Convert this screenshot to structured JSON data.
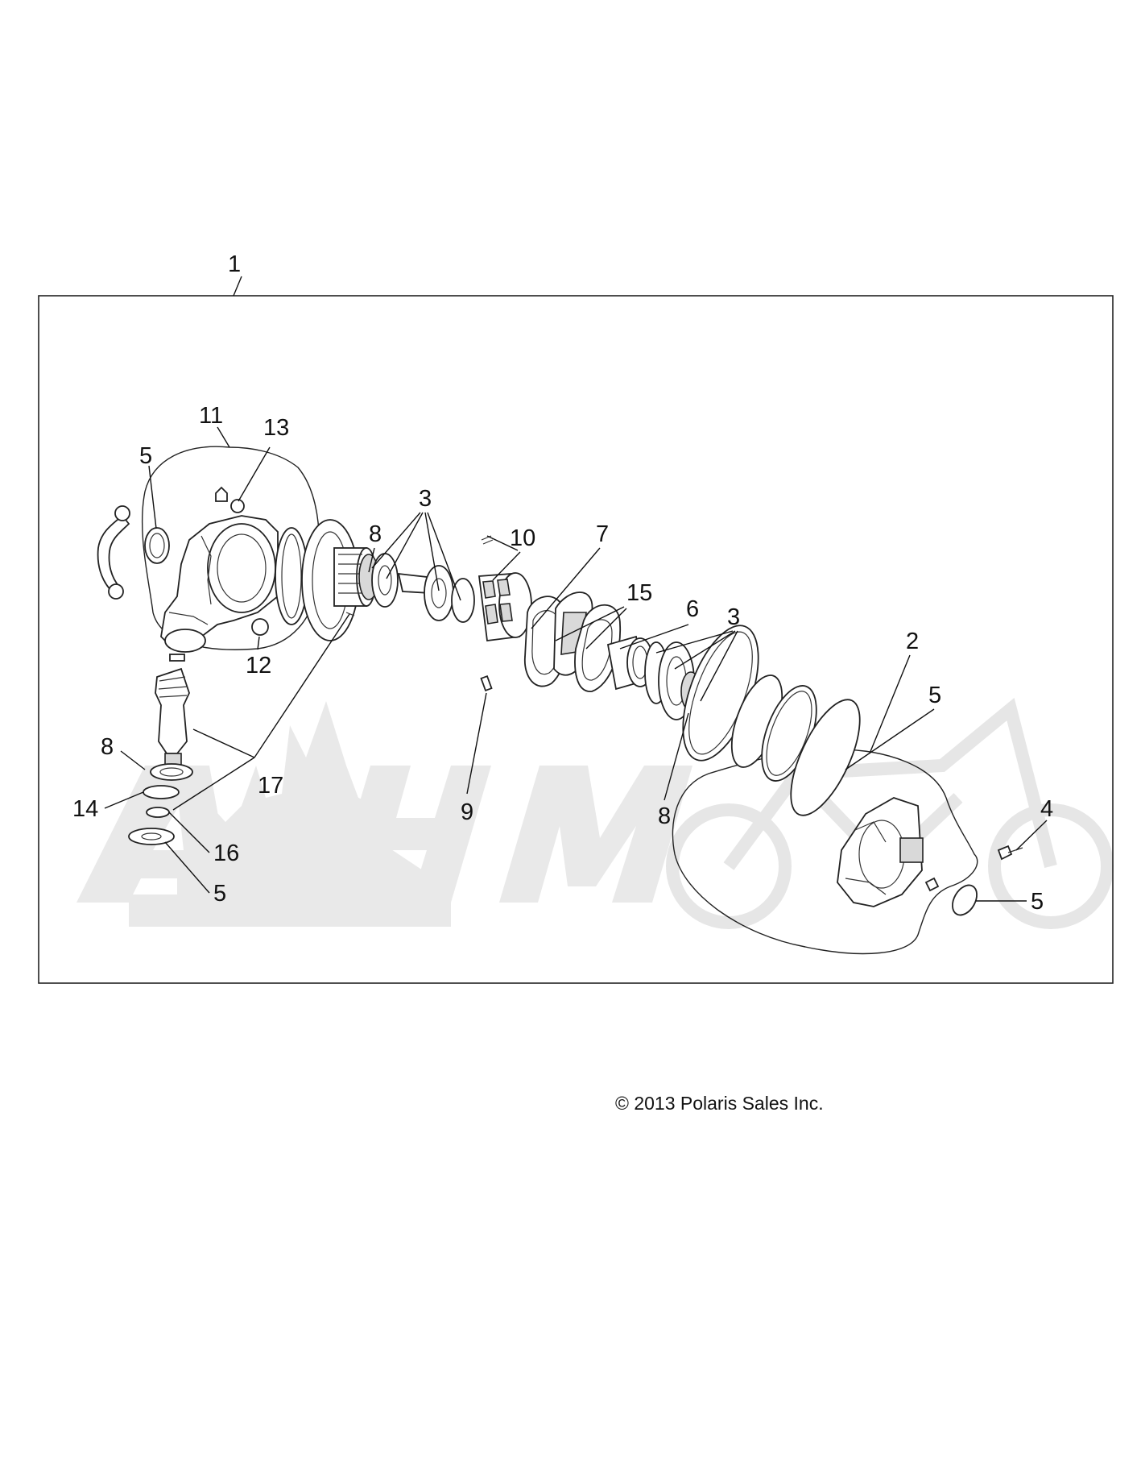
{
  "diagram": {
    "callouts": [
      {
        "id": "c1",
        "label": "1"
      },
      {
        "id": "c11",
        "label": "11"
      },
      {
        "id": "c13",
        "label": "13"
      },
      {
        "id": "c5a",
        "label": "5"
      },
      {
        "id": "c3a",
        "label": "3"
      },
      {
        "id": "c8a",
        "label": "8"
      },
      {
        "id": "c10",
        "label": "10"
      },
      {
        "id": "c7",
        "label": "7"
      },
      {
        "id": "c15",
        "label": "15"
      },
      {
        "id": "c6",
        "label": "6"
      },
      {
        "id": "c3b",
        "label": "3"
      },
      {
        "id": "c2",
        "label": "2"
      },
      {
        "id": "c5b",
        "label": "5"
      },
      {
        "id": "c12",
        "label": "12"
      },
      {
        "id": "c8b",
        "label": "8"
      },
      {
        "id": "c17",
        "label": "17"
      },
      {
        "id": "c14",
        "label": "14"
      },
      {
        "id": "c16",
        "label": "16"
      },
      {
        "id": "c5c",
        "label": "5"
      },
      {
        "id": "c9",
        "label": "9"
      },
      {
        "id": "c8c",
        "label": "8"
      },
      {
        "id": "c4",
        "label": "4"
      },
      {
        "id": "c5d",
        "label": "5"
      }
    ],
    "copyright": "© 2013 Polaris Sales Inc."
  }
}
